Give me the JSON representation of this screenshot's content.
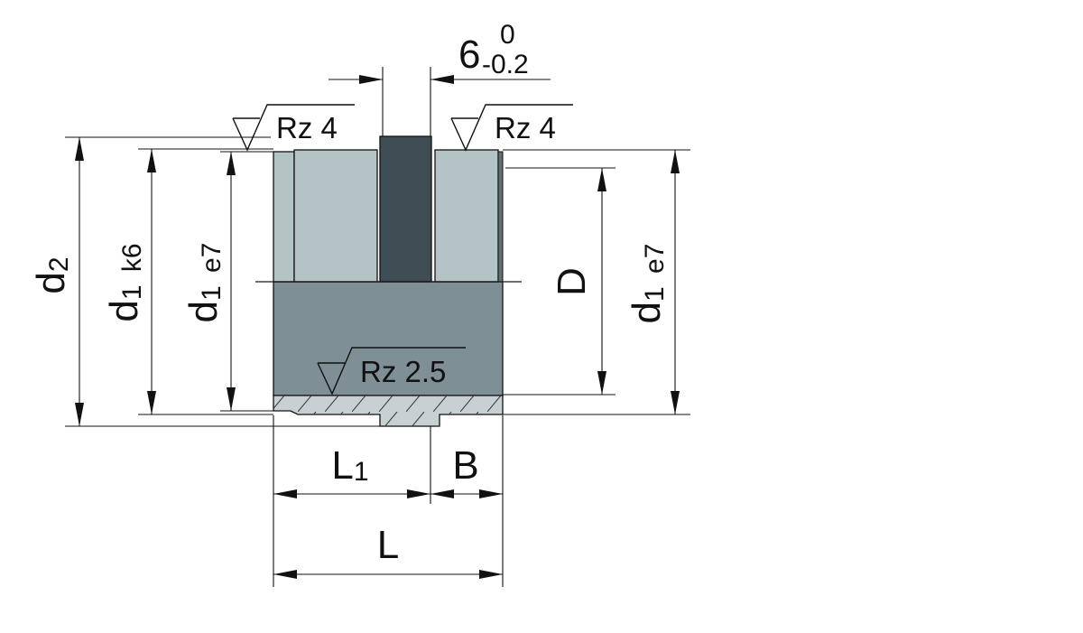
{
  "drawing": {
    "colors": {
      "upper_bushing": "#b4c3c6",
      "shell": "#7e8f95",
      "shell_edge": "#5f7077",
      "slot": "#3f4e55",
      "base_hatch": "#c7d1d3",
      "line": "#111111"
    },
    "tolerance": {
      "nominal": "6",
      "upper": "0",
      "lower": "-0.2"
    },
    "surface_finish": {
      "left": "Rz 4",
      "right": "Rz 4",
      "bottom": "Rz 2.5"
    },
    "dimensions": {
      "d2": {
        "main": "d",
        "sub": "2",
        "tol": ""
      },
      "d1_k6": {
        "main": "d",
        "sub": "1",
        "tol": "k6"
      },
      "d1_e7_left": {
        "main": "d",
        "sub": "1",
        "tol": "e7"
      },
      "D": {
        "main": "D",
        "sub": "",
        "tol": ""
      },
      "d1_e7_right": {
        "main": "d",
        "sub": "1",
        "tol": "e7"
      },
      "L1": {
        "main": "L",
        "sub": "1"
      },
      "B": {
        "main": "B"
      },
      "L": {
        "main": "L"
      }
    }
  }
}
